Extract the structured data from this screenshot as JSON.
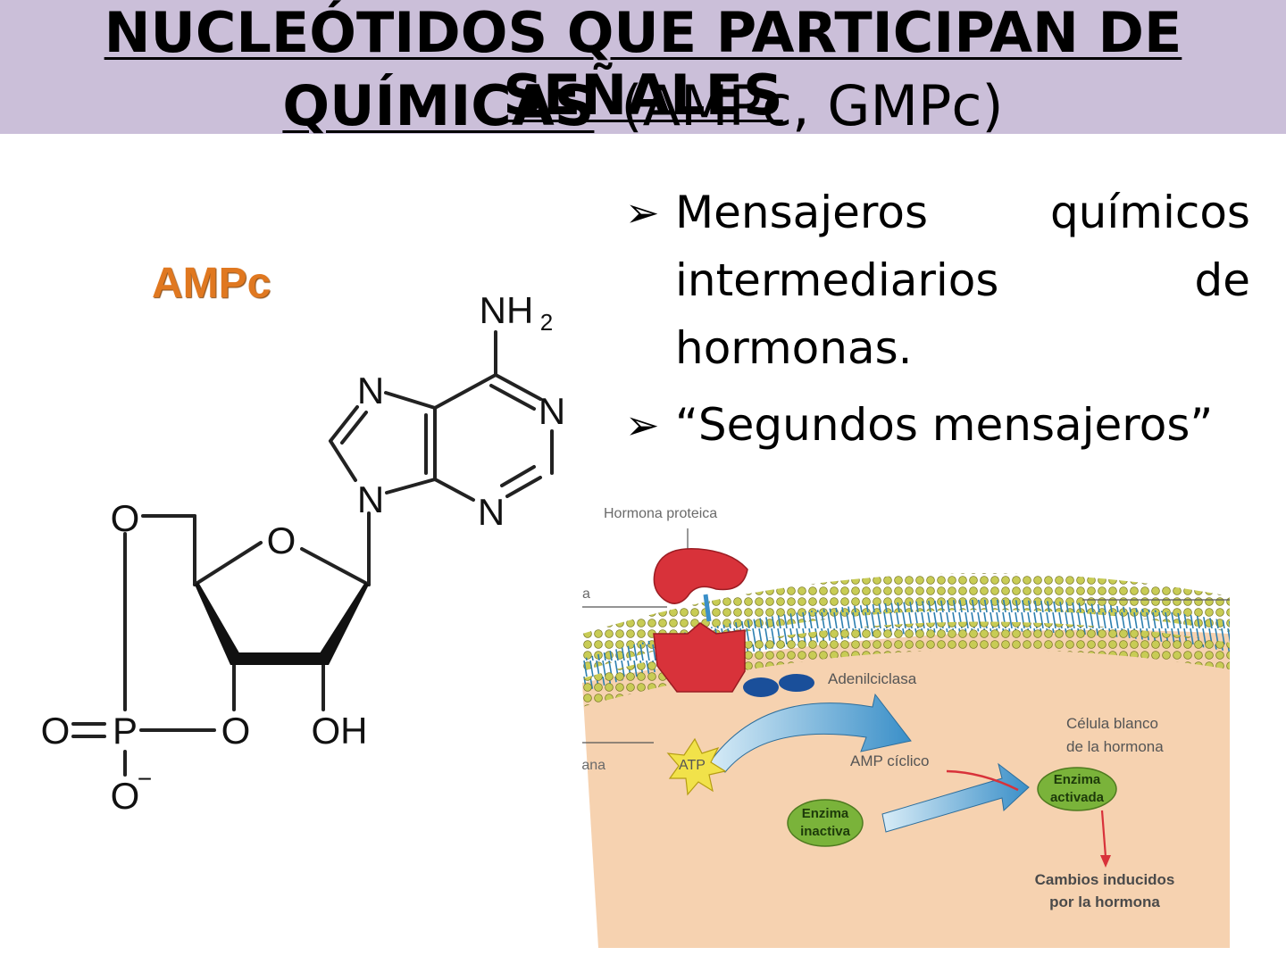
{
  "title": {
    "line1": "NUCLEÓTIDOS QUE PARTICIPAN DE SEÑALES",
    "line2_bold": "QUÍMICAS",
    "line2_rest": "(AMPc, GMPc)"
  },
  "bullets": {
    "b1_w1": "Mensajeros",
    "b1_w2": "químicos",
    "b1_w3": "intermediarios",
    "b1_w4": "de",
    "b1_w5": "hormonas.",
    "b2": "“Segundos mensajeros”"
  },
  "molecule": {
    "title": "AMPc",
    "atoms": {
      "nh2": "NH",
      "nh2_sub": "2",
      "n_top": "N",
      "n_right": "N",
      "n_bottom": "N",
      "n_sugar": "N",
      "o_ring": "O",
      "o_left": "O",
      "o_p_left": "O",
      "p": "P",
      "o_ester": "O",
      "oh": "OH",
      "o_minus": "O",
      "minus": "−"
    }
  },
  "diagram": {
    "hormone": "Hormona proteica",
    "edge_left_top": "a",
    "edge_left_bottom": "rana",
    "adenylate": "Adenilciclasa",
    "target_cell_1": "Célula blanco",
    "target_cell_2": "de la hormona",
    "atp": "ATP",
    "camp": "AMP cíclico",
    "active_1": "Enzima",
    "active_2": "activada",
    "inactive_1": "Enzima",
    "inactive_2": "inactiva",
    "changes_1": "Cambios inducidos",
    "changes_2": "por la hormona"
  },
  "colors": {
    "title_band": "#cbbfd9",
    "ampc_label": "#e07820",
    "cytoplasm": "#f6d2b0",
    "lipid_head": "#c8cc55",
    "receptor": "#d8323a",
    "enzyme_green": "#7ab33a"
  }
}
